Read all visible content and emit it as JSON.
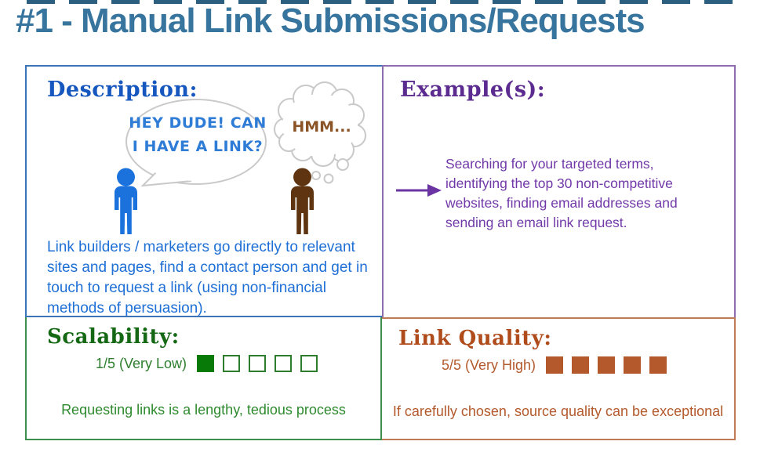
{
  "page": {
    "title": "#1 - Manual Link Submissions/Requests",
    "title_color": "#38759E"
  },
  "description": {
    "heading": "Description:",
    "speech_bubble": {
      "line1": "HEY DUDE! CAN",
      "line2": "I HAVE A LINK?"
    },
    "thought_bubble": {
      "text": "HMM..."
    },
    "body": "Link builders / marketers go directly to relevant sites and pages, find a contact person and get in touch to request a link (using non-financial methods of persuasion).",
    "icon_names": [
      "blue-person-icon",
      "brown-person-icon",
      "speech-bubble-shape",
      "thought-cloud-shape"
    ]
  },
  "examples": {
    "heading": "Example(s):",
    "icon_names": [
      "right-arrow-icon"
    ],
    "body": "Searching for your targeted terms, identifying the top 30 non-competitive websites, finding email addresses and sending an email link request."
  },
  "scalability": {
    "heading": "Scalability:",
    "rating_label": "1/5 (Very Low)",
    "rating": {
      "filled": 1,
      "total": 5
    },
    "caption": "Requesting links is a lengthy, tedious process",
    "filled_color": "#087A08"
  },
  "link_quality": {
    "heading": "Link Quality:",
    "rating_label": "5/5 (Very High)",
    "rating": {
      "filled": 5,
      "total": 5
    },
    "caption": "If carefully chosen, source quality can be exceptional",
    "filled_color": "#B3592B"
  },
  "colors": {
    "description_border": "#3C74B9",
    "examples_border": "#8E6CB0",
    "scalability_border": "#3E8E4E",
    "link_quality_border": "#C07A55",
    "description_text": "#1E6FD6",
    "examples_text": "#7139A8",
    "person_blue": "#1B72DC",
    "person_brown": "#5E3510"
  }
}
